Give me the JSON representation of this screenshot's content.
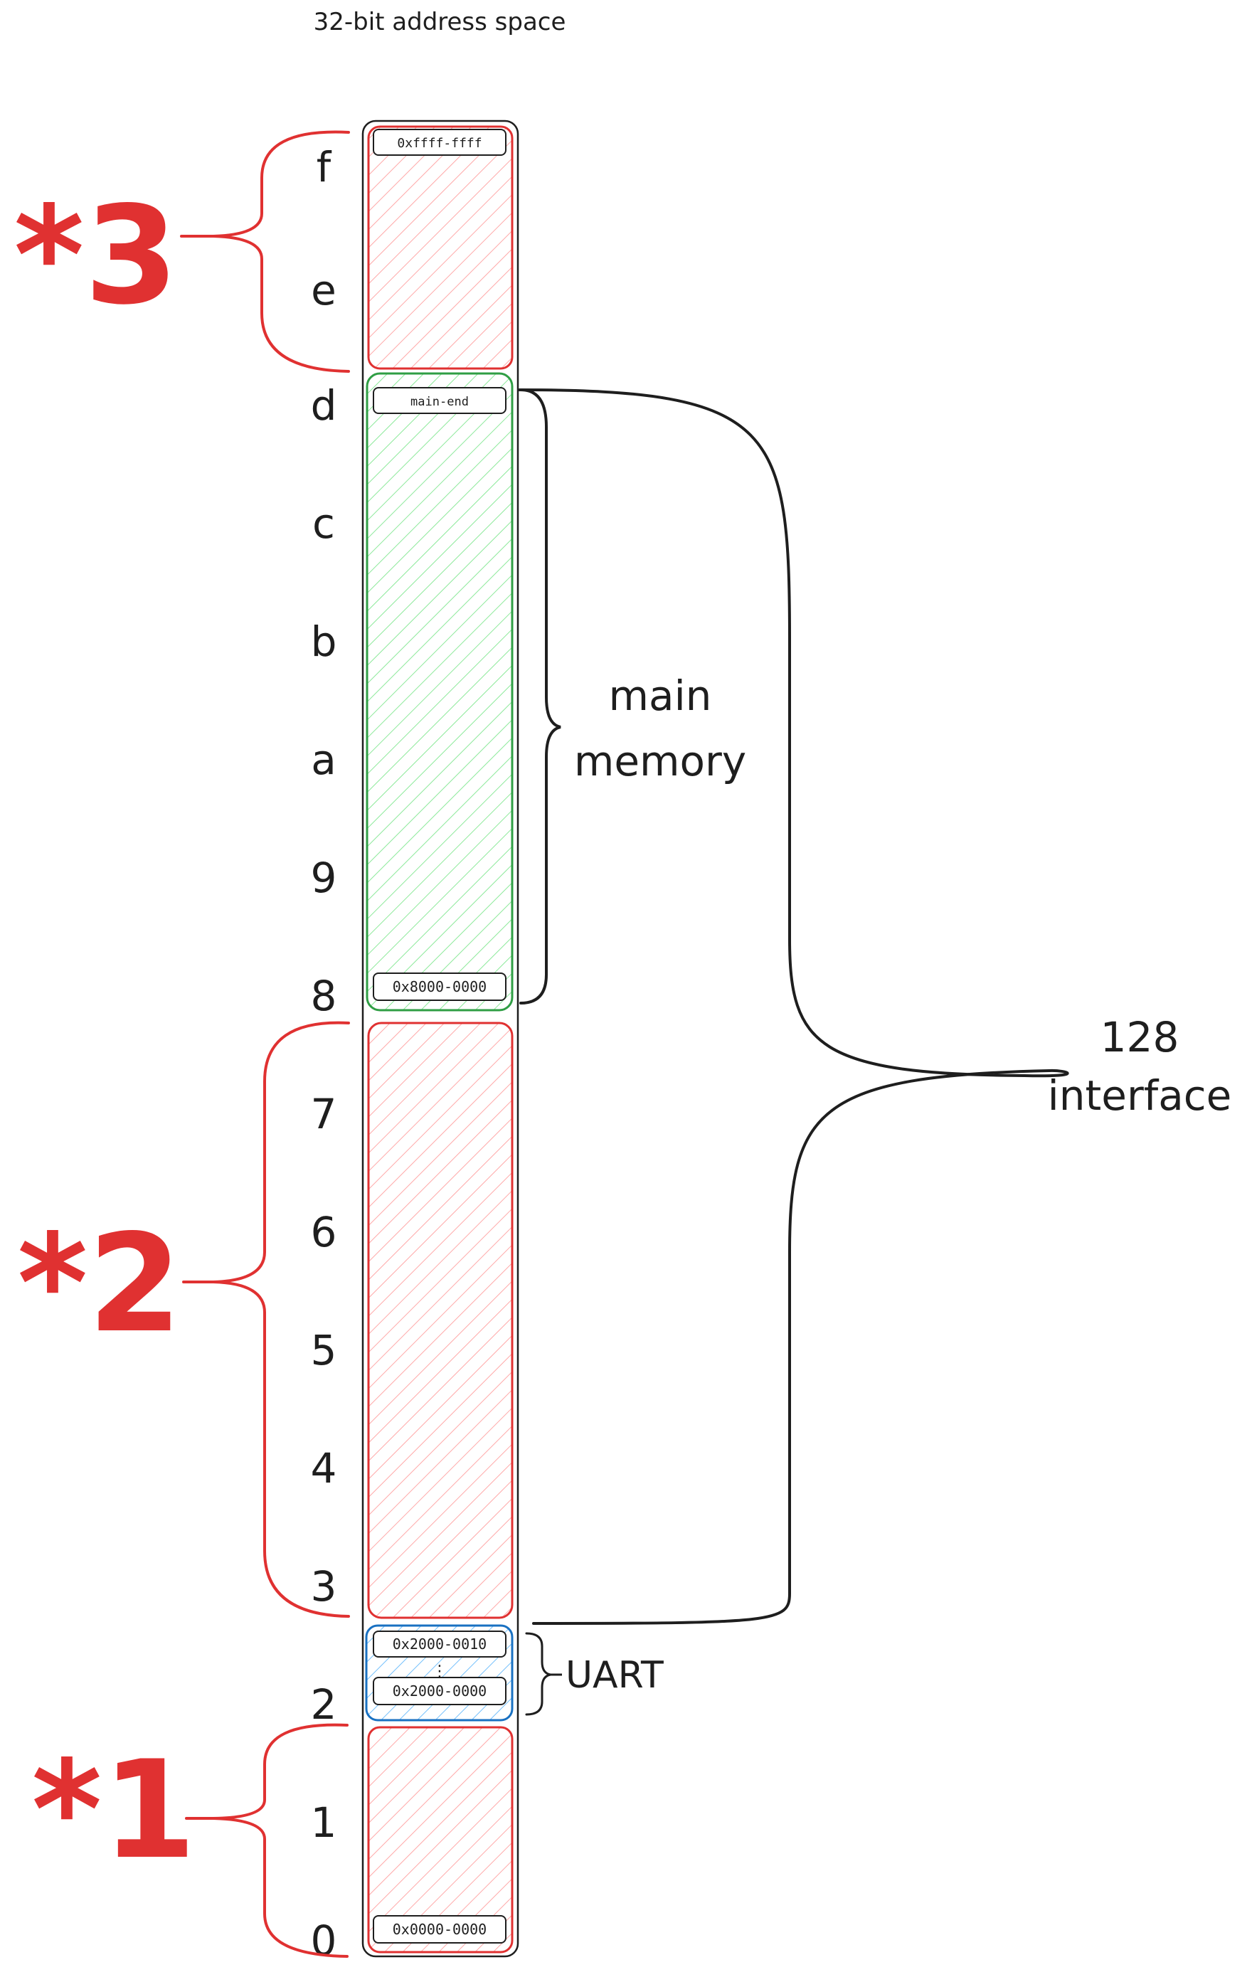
{
  "title": "32-bit address space",
  "colors": {
    "ink": "#1e1e1e",
    "red": "#e03131",
    "red_fill": "#ffc9c9",
    "green": "#2f9e44",
    "green_fill": "#b2f2bb",
    "blue": "#1971c2",
    "blue_fill": "#a5d8ff"
  },
  "nibbles": [
    "f",
    "e",
    "d",
    "c",
    "b",
    "a",
    "9",
    "8",
    "7",
    "6",
    "5",
    "4",
    "3",
    "2",
    "1",
    "0"
  ],
  "regions": [
    {
      "id": "reserved-3",
      "kind": "reserved",
      "top_label": "0xffff-ffff",
      "bottom_label": ""
    },
    {
      "id": "main-memory",
      "kind": "main",
      "top_label": "main-end",
      "bottom_label": "0x8000-0000"
    },
    {
      "id": "reserved-2",
      "kind": "reserved",
      "top_label": "",
      "bottom_label": ""
    },
    {
      "id": "uart",
      "kind": "uart",
      "top_label": "0x2000-0010",
      "ellipsis": "⋮",
      "bottom_label": "0x2000-0000"
    },
    {
      "id": "reserved-1",
      "kind": "reserved",
      "top_label": "",
      "bottom_label": "0x0000-0000"
    }
  ],
  "markers": [
    "*3",
    "*2",
    "*1"
  ],
  "annotations": {
    "main_memory": [
      "main",
      "memory"
    ],
    "uart": "UART",
    "interface": [
      "128",
      "interface"
    ]
  }
}
